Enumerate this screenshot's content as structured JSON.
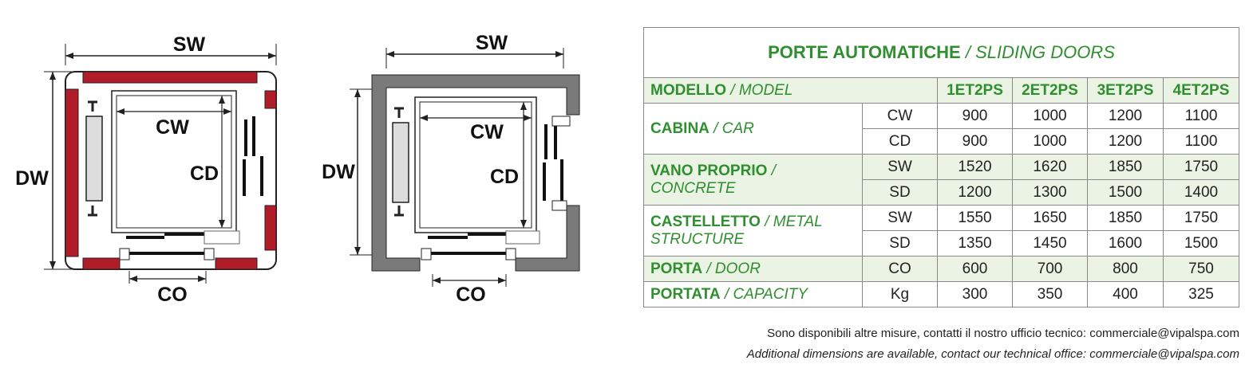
{
  "diagram_left": {
    "labels": {
      "sw": "SW",
      "dw": "DW",
      "cw": "CW",
      "cd": "CD",
      "co": "CO"
    }
  },
  "diagram_right": {
    "labels": {
      "sw": "SW",
      "dw": "DW",
      "cw": "CW",
      "cd": "CD",
      "co": "CO"
    }
  },
  "colors": {
    "red_wall": "#b01c28",
    "grey_wall": "#7a7a7a",
    "green_text": "#2f8f2f",
    "shade": "#eaf3e4"
  },
  "table": {
    "title_main": "PORTE AUTOMATICHE",
    "title_sep": " / ",
    "title_italic": "SLIDING DOORS",
    "header": {
      "label_main": "MODELLO",
      "label_italic": " / MODEL",
      "models": [
        "1ET2PS",
        "2ET2PS",
        "3ET2PS",
        "4ET2PS"
      ]
    },
    "groups": [
      {
        "main": "CABINA",
        "italic": " / CAR",
        "rows": [
          {
            "unit": "CW",
            "values": [
              "900",
              "1000",
              "1200",
              "1100"
            ]
          },
          {
            "unit": "CD",
            "values": [
              "900",
              "1000",
              "1200",
              "1100"
            ]
          }
        ]
      },
      {
        "main": "VANO PROPRIO",
        "italic": " / CONCRETE",
        "rows": [
          {
            "unit": "SW",
            "values": [
              "1520",
              "1620",
              "1850",
              "1750"
            ]
          },
          {
            "unit": "SD",
            "values": [
              "1200",
              "1300",
              "1500",
              "1400"
            ]
          }
        ]
      },
      {
        "main": "CASTELLETTO",
        "italic": " / METAL STRUCTURE",
        "rows": [
          {
            "unit": "SW",
            "values": [
              "1550",
              "1650",
              "1850",
              "1750"
            ]
          },
          {
            "unit": "SD",
            "values": [
              "1350",
              "1450",
              "1600",
              "1500"
            ]
          }
        ]
      },
      {
        "main": "PORTA",
        "italic": " / DOOR",
        "rows": [
          {
            "unit": "CO",
            "values": [
              "600",
              "700",
              "800",
              "750"
            ]
          }
        ]
      },
      {
        "main": "PORTATA",
        "italic": " / CAPACITY",
        "rows": [
          {
            "unit": "Kg",
            "values": [
              "300",
              "350",
              "400",
              "325"
            ]
          }
        ]
      }
    ]
  },
  "note": {
    "it": "Sono disponibili altre misure, contatti il nostro ufficio tecnico: commerciale@vipalspa.com",
    "en": "Additional dimensions are available, contact our technical office: commerciale@vipalspa.com"
  }
}
